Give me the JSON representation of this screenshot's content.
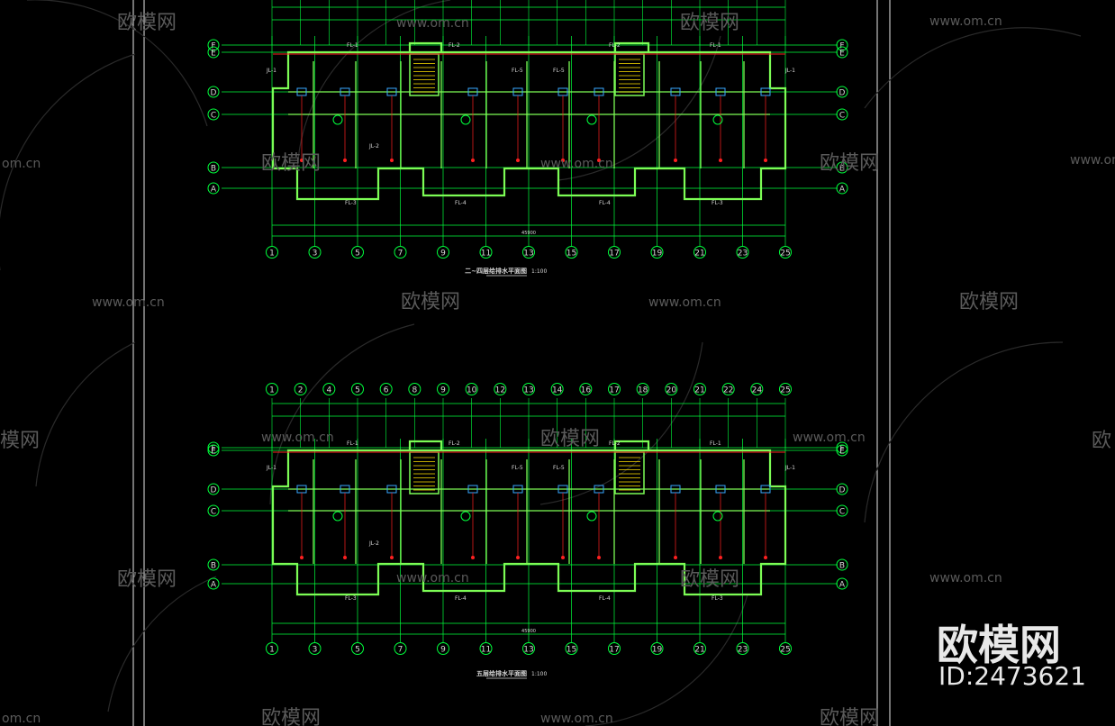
{
  "watermark": {
    "brand": "欧模网",
    "url": "www.om.cn",
    "url_short": "om.cn",
    "id_text": "ID:2473621",
    "brand_partial": "模网",
    "brand_cut": "欧"
  },
  "plans": [
    {
      "title": "二~四层给排水平面图",
      "scale": "1:100",
      "top_axes": [],
      "bottom_axes": [
        "1",
        "3",
        "5",
        "7",
        "9",
        "11",
        "13",
        "15",
        "17",
        "19",
        "21",
        "23",
        "25"
      ],
      "row_axes": [
        "F",
        "E",
        "D",
        "C",
        "B",
        "A"
      ],
      "total_dim": "45900"
    },
    {
      "title": "五层给排水平面图",
      "scale": "1:100",
      "top_axes": [
        "1",
        "2",
        "4",
        "5",
        "6",
        "8",
        "9",
        "10",
        "12",
        "13",
        "14",
        "16",
        "17",
        "18",
        "20",
        "21",
        "22",
        "24",
        "25"
      ],
      "bottom_axes": [
        "1",
        "3",
        "5",
        "7",
        "9",
        "11",
        "13",
        "15",
        "17",
        "19",
        "21",
        "23",
        "25"
      ],
      "row_axes": [
        "F",
        "E",
        "D",
        "C",
        "B",
        "A"
      ],
      "total_dim": "45900"
    }
  ],
  "pipe_labels": [
    "FL-1",
    "FL-2",
    "FL-2",
    "FL-1",
    "JL-1",
    "JL-1",
    "JL-2",
    "FL-3",
    "FL-4",
    "FL-4",
    "FL-3",
    "FL-5",
    "FL-5"
  ],
  "colors": {
    "axis": "#00ff3c",
    "walls": "#7CFC55",
    "pipe_red": "#ff2020",
    "fixture_blue": "#38a8ff",
    "fixture_yellow": "#ffe000",
    "text": "#d8d8d8"
  }
}
